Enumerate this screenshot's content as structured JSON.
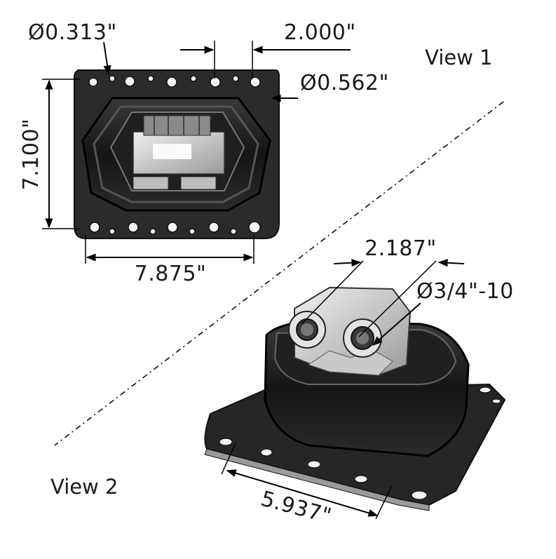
{
  "views": {
    "view1_label": "View 1",
    "view2_label": "View 2"
  },
  "dimensions": {
    "small_hole_dia": "Ø0.313\"",
    "hole_spacing": "2.000\"",
    "large_hole_dia": "Ø0.562\"",
    "height": "7.100\"",
    "width": "7.875\"",
    "stud_spacing": "2.187\"",
    "thread": "Ø3/4\"-10",
    "bolt_spacing": "5.937\""
  },
  "colors": {
    "rubber": "#1c1c1c",
    "bracket": "#2a2a2a",
    "metal_insert": "#d8d8d8",
    "dimension_line": "#000000"
  }
}
